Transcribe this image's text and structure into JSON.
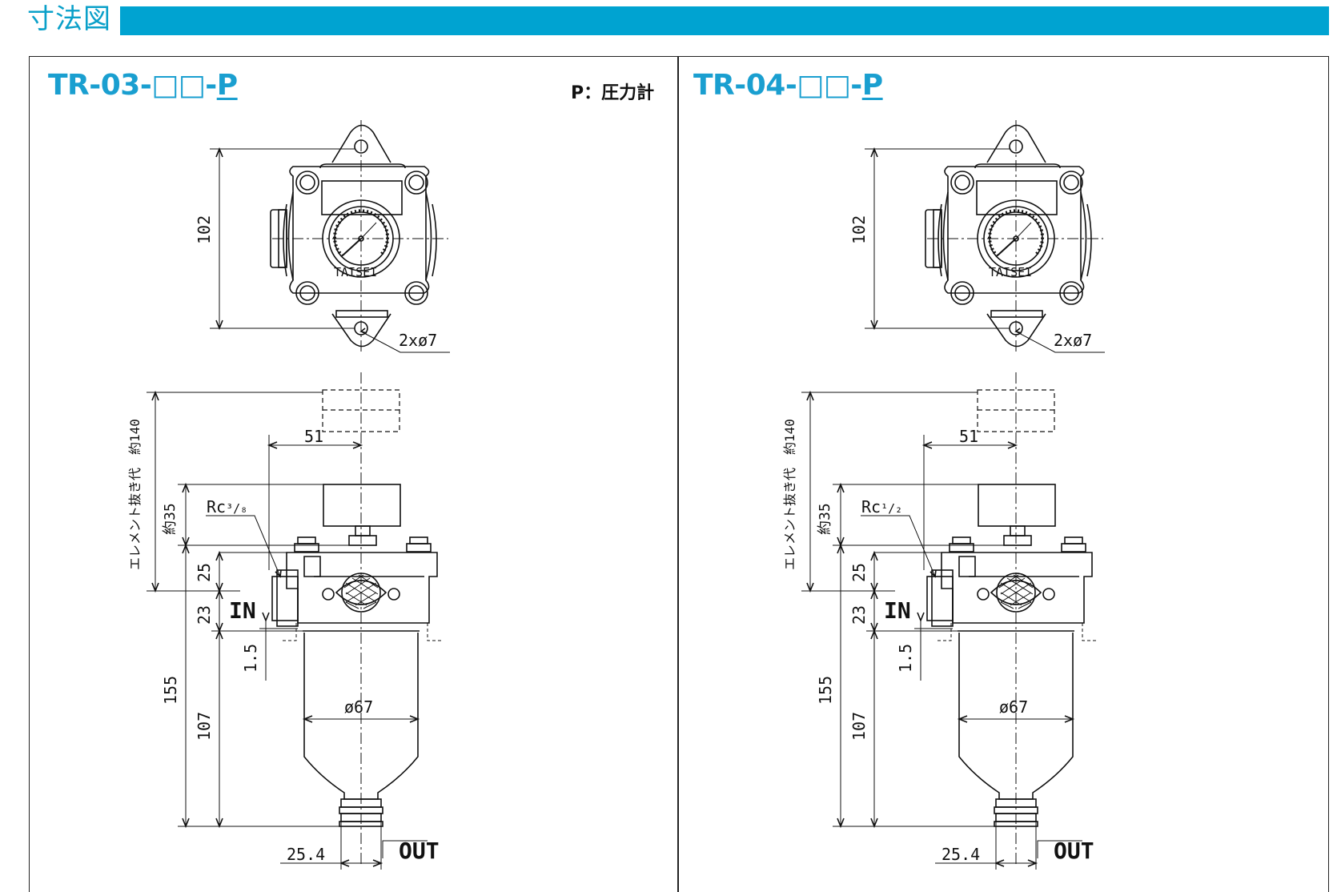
{
  "header": {
    "title": "寸法図"
  },
  "legend": "P：圧力計",
  "drawings": [
    {
      "model_prefix": "TR-03-□□-",
      "model_suffix": "P",
      "thread_main": "Rc",
      "thread_frac": "³/₈"
    },
    {
      "model_prefix": "TR-04-□□-",
      "model_suffix": "P",
      "thread_main": "Rc",
      "thread_frac": "¹/₂"
    }
  ],
  "dimensions": {
    "height_top": "102",
    "holes": "2xø7",
    "pull_out": "エレメント抜き代　約140",
    "offset_51": "51",
    "approx35": "約35",
    "d25": "25",
    "d23": "23",
    "d1_5": "1.5",
    "d155": "155",
    "d107": "107",
    "bowl_dia": "ø67",
    "out_offset": "25.4",
    "in_label": "IN",
    "out_label": "OUT",
    "maker": "TAISEI"
  },
  "colors": {
    "accent": "#00a3d1",
    "title": "#1a9fd0",
    "line": "#111111"
  }
}
